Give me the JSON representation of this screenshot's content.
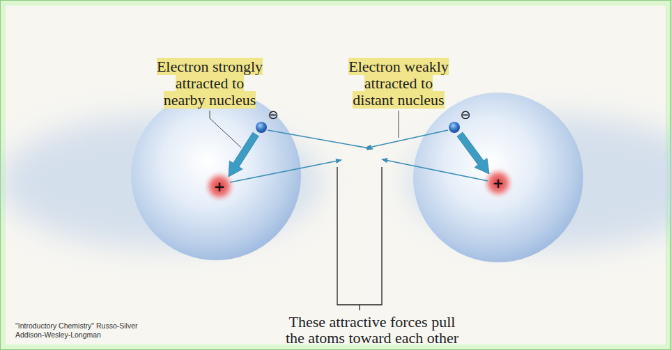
{
  "diagram": {
    "labels": [
      "Electron strongly attracted to nearby nucleus",
      "Electron weakly attracted to distant nucleus",
      "⊖",
      "⊖",
      "+",
      "+",
      "These attractive forces pull the atoms toward each other",
      "\"Introductory Chemistry\" Russo-Silver",
      "Addison-Wesley-Longman"
    ]
  }
}
